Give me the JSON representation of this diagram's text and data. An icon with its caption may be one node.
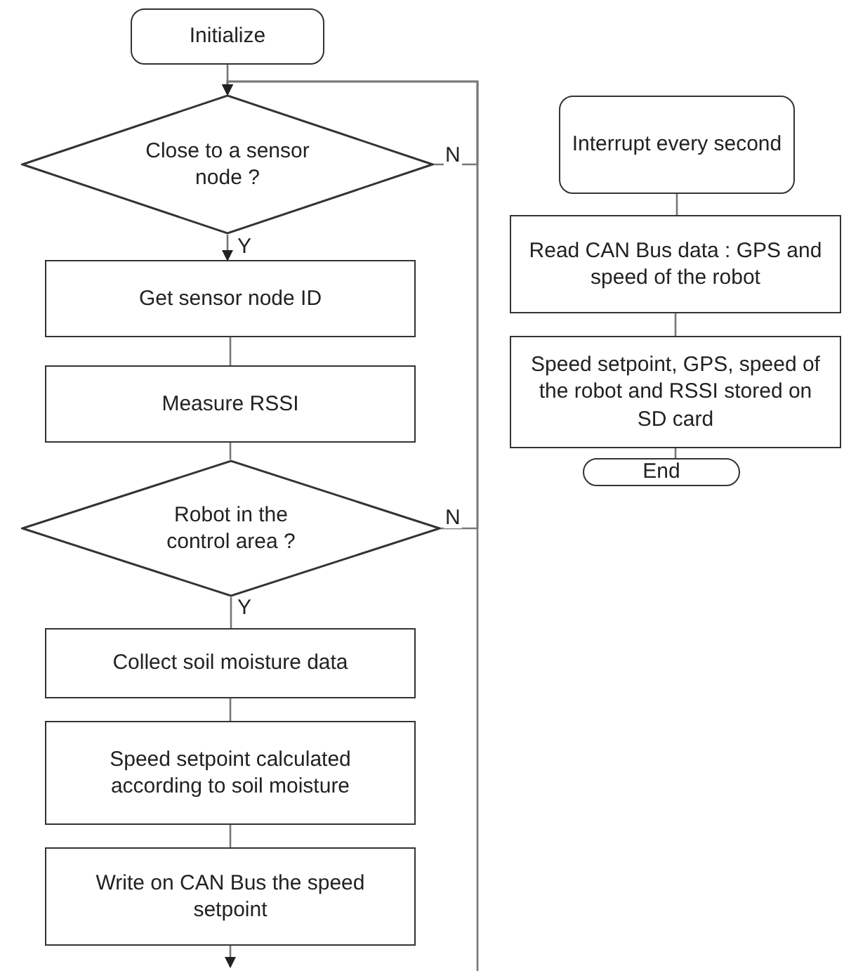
{
  "diagram": {
    "nodes": [
      {
        "text": [
          "Initialize"
        ]
      },
      {
        "text": [
          "Close to a sensor node ?"
        ]
      },
      {
        "text": [
          "Get sensor node ID"
        ]
      },
      {
        "text": [
          "Measure RSSI"
        ]
      },
      {
        "text": [
          "Robot in the control area ?"
        ]
      },
      {
        "text": [
          "Collect soil moisture data"
        ]
      },
      {
        "text": [
          "Speed setpoint calculated according to soil moisture"
        ]
      },
      {
        "text": [
          "Write on CAN Bus the speed setpoint"
        ]
      },
      {
        "text": [
          "Interrupt every second"
        ]
      },
      {
        "text": [
          "Read CAN Bus data : GPS and speed of the robot"
        ]
      },
      {
        "text": [
          "Speed setpoint, GPS, speed of the robot and RSSI stored on SD card"
        ]
      },
      {
        "text": [
          "End"
        ]
      }
    ],
    "edges": [
      {
        "from": 0,
        "to": 1,
        "arrow": "none"
      },
      {
        "from": 1,
        "to": 2,
        "arrow": "to",
        "label": "Y"
      },
      {
        "from": 2,
        "to": 3,
        "arrow": "none"
      },
      {
        "from": 3,
        "to": 4,
        "arrow": "none"
      },
      {
        "from": 4,
        "to": 5,
        "arrow": "none",
        "label": "Y"
      },
      {
        "from": 5,
        "to": 6,
        "arrow": "none"
      },
      {
        "from": 6,
        "to": 7,
        "arrow": "none"
      },
      {
        "from": 7,
        "to": null,
        "arrow": "to"
      },
      {
        "from": 1,
        "to": 1,
        "arrow": "to",
        "label": "N"
      },
      {
        "from": 4,
        "to": 1,
        "arrow": "to",
        "label": "N"
      },
      {
        "from": null,
        "to": 1,
        "arrow": "to"
      },
      {
        "from": 8,
        "to": 9,
        "arrow": "none"
      },
      {
        "from": 9,
        "to": 10,
        "arrow": "none"
      },
      {
        "from": 10,
        "to": 11,
        "arrow": "none"
      }
    ]
  }
}
